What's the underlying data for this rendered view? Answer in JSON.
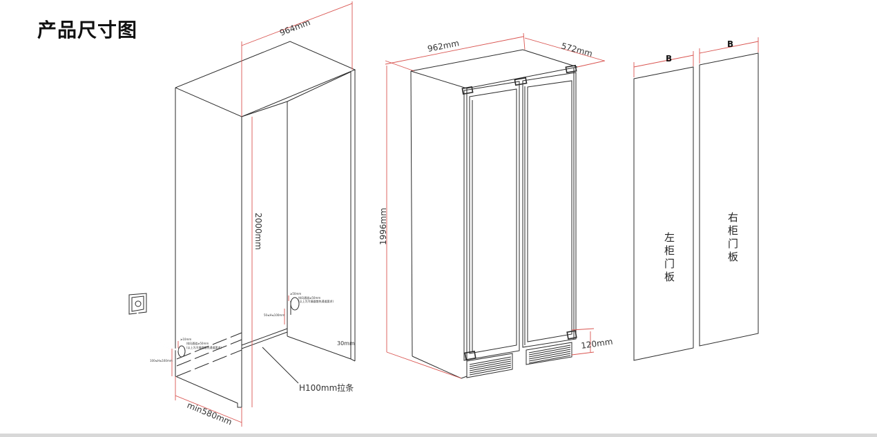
{
  "title": "产品尺寸图",
  "cabinet": {
    "width_label": "964mm",
    "height_label": "2000mm",
    "depth_label": "min580mm",
    "strip_label": "H100mm拉条",
    "gap_label": "30mm",
    "note_left_dim": "≥10mm",
    "note_left_text": "排风通道≥50mm",
    "note_left_sub": "(以上为冷凝器散热通道要求)",
    "note_right_dim": "≥50mm",
    "note_right_text": "排风通道≥50mm",
    "note_right_sub": "(以上为冷凝器散热通道要求)",
    "note_socket_dim": "100≤H≤160mm",
    "note_mid_dim": "50≤H≤100mm"
  },
  "fridge": {
    "width_label": "962mm",
    "depth_label": "572mm",
    "height_label": "1996mm",
    "base_label": "120mm"
  },
  "panels": {
    "left_dim": "B",
    "right_dim": "B",
    "left_text": [
      "左",
      "柜",
      "门",
      "板"
    ],
    "right_text": [
      "右",
      "柜",
      "门",
      "板"
    ]
  }
}
